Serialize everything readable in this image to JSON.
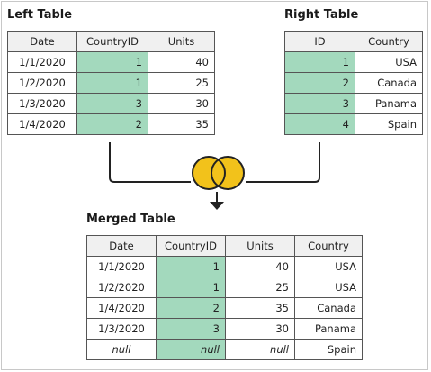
{
  "left_table": {
    "title": "Left Table",
    "headers": [
      "Date",
      "CountryID",
      "Units"
    ],
    "rows": [
      [
        "1/1/2020",
        "1",
        "40"
      ],
      [
        "1/2/2020",
        "1",
        "25"
      ],
      [
        "1/3/2020",
        "3",
        "30"
      ],
      [
        "1/4/2020",
        "2",
        "35"
      ]
    ]
  },
  "right_table": {
    "title": "Right Table",
    "headers": [
      "ID",
      "Country"
    ],
    "rows": [
      [
        "1",
        "USA"
      ],
      [
        "2",
        "Canada"
      ],
      [
        "3",
        "Panama"
      ],
      [
        "4",
        "Spain"
      ]
    ]
  },
  "merged_table": {
    "title": "Merged Table",
    "headers": [
      "Date",
      "CountryID",
      "Units",
      "Country"
    ],
    "rows": [
      [
        "1/1/2020",
        "1",
        "40",
        "USA"
      ],
      [
        "1/2/2020",
        "1",
        "25",
        "USA"
      ],
      [
        "1/4/2020",
        "2",
        "35",
        "Canada"
      ],
      [
        "1/3/2020",
        "3",
        "30",
        "Panama"
      ],
      [
        "null",
        "null",
        "null",
        "Spain"
      ]
    ]
  },
  "colors": {
    "key_column": "#a3d9bd",
    "header_bg": "#f0f0f0",
    "join_circle": "#f2c21b",
    "connector": "#222222"
  },
  "icons": {
    "join": "full-outer-join-icon",
    "arrow": "down-arrow-icon"
  }
}
